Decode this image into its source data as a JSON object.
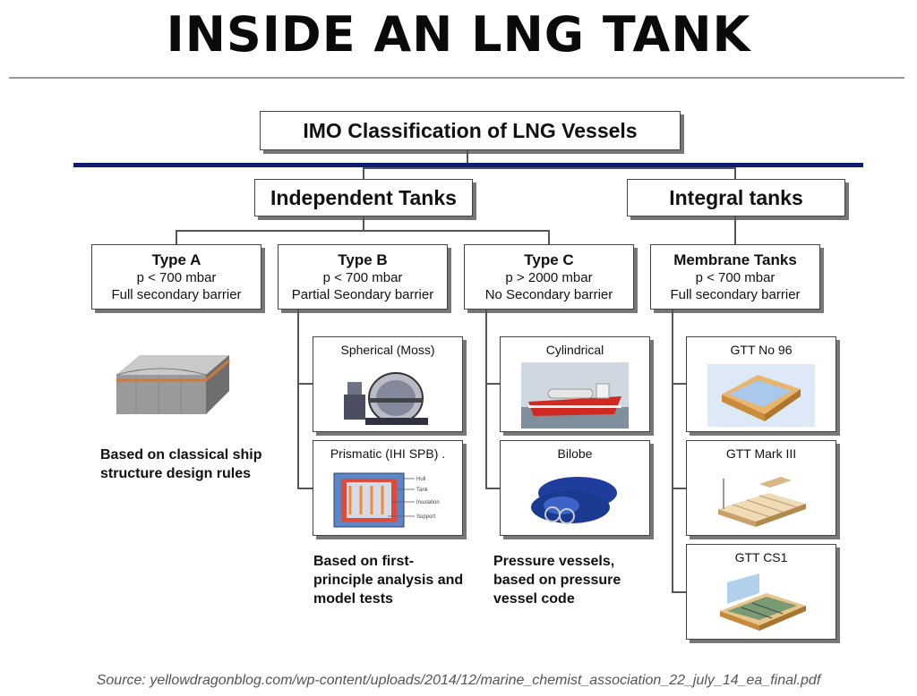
{
  "title": "INSIDE AN LNG TANK",
  "root": "IMO Classification of LNG Vessels",
  "categories": {
    "independent": "Independent Tanks",
    "integral": "Integral tanks"
  },
  "types": [
    {
      "name": "Type A",
      "pressure": "p < 700 mbar",
      "barrier": "Full secondary barrier"
    },
    {
      "name": "Type B",
      "pressure": "p < 700 mbar",
      "barrier": "Partial Seondary barrier"
    },
    {
      "name": "Type C",
      "pressure": "p > 2000 mbar",
      "barrier": "No Secondary barrier"
    },
    {
      "name": "Membrane Tanks",
      "pressure": "p < 700 mbar",
      "barrier": "Full secondary barrier"
    }
  ],
  "subtypes": {
    "type_b": [
      "Spherical (Moss)",
      "Prismatic (IHI SPB) ."
    ],
    "type_c": [
      "Cylindrical",
      "Bilobe"
    ],
    "membrane": [
      "GTT No 96",
      "GTT Mark III",
      "GTT CS1"
    ]
  },
  "prismatic_legend": [
    "Hull",
    "Tank",
    "Insulation",
    "Support"
  ],
  "notes": {
    "type_a": "Based on classical ship structure design rules",
    "type_b": "Based on first-principle analysis and model tests",
    "type_c": "Pressure vessels, based on pressure vessel code"
  },
  "source": "Source: yellowdragonblog.com/wp-content/uploads/2014/12/marine_chemist_association_22_july_14_ea_final.pdf",
  "colors": {
    "navy_bar": "#101c6c",
    "box_shadow": "#777777",
    "source_text": "#555555"
  }
}
